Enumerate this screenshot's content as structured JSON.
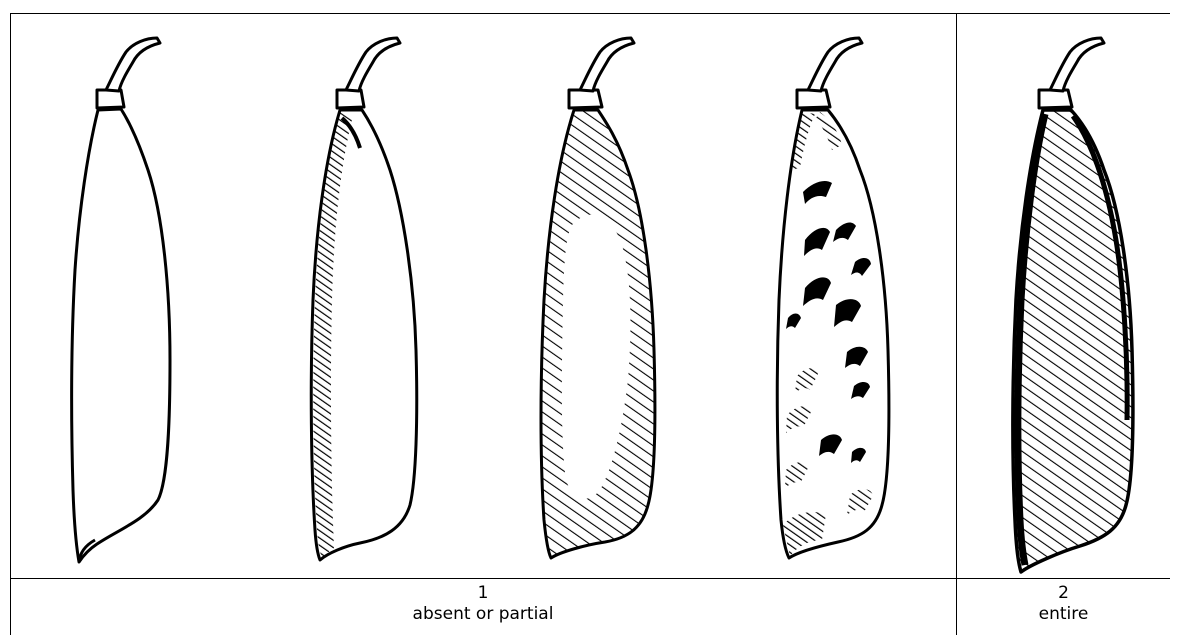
{
  "table": {
    "columns": [
      {
        "number": "1",
        "label": "absent or partial",
        "pod_count": 4
      },
      {
        "number": "2",
        "label": "entire",
        "pod_count": 1
      }
    ]
  },
  "pods": [
    {
      "column": "1",
      "pattern": "none"
    },
    {
      "column": "1",
      "pattern": "partial-left-edge"
    },
    {
      "column": "1",
      "pattern": "partial-edges-hatched"
    },
    {
      "column": "1",
      "pattern": "partial-scattered-patches"
    },
    {
      "column": "2",
      "pattern": "entire-hatched"
    }
  ],
  "colors": {
    "ink": "#000000",
    "background": "#ffffff"
  }
}
